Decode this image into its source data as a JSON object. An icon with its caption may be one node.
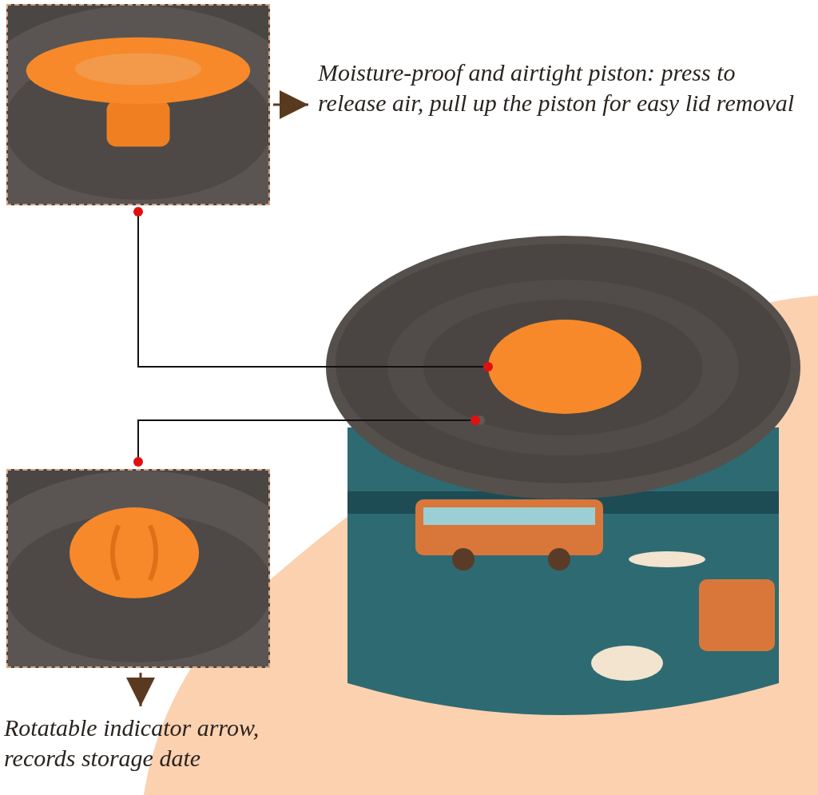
{
  "diagram": {
    "nodes": [
      {
        "text": [],
        "shape": "picture"
      },
      {
        "text": [],
        "shape": "picture"
      },
      {
        "text": [
          "Moisture-proof and airtight piston: press to release air, pull up the piston for easy lid removal"
        ]
      },
      {
        "text": [
          "Rotatable indicator arrow, records storage date"
        ]
      },
      {
        "text": [],
        "shape": "picture"
      },
      {
        "text": [],
        "shape": "circle",
        "in": 4
      },
      {
        "text": [],
        "shape": "circle",
        "in": 4
      }
    ],
    "edges": [
      {
        "from": 0,
        "to": 2,
        "arrow": "to"
      },
      {
        "from": 1,
        "to": 3,
        "arrow": "to"
      },
      {
        "from": 0,
        "to": 5,
        "arrow": "other"
      },
      {
        "from": 1,
        "to": 6,
        "arrow": "other"
      }
    ]
  }
}
